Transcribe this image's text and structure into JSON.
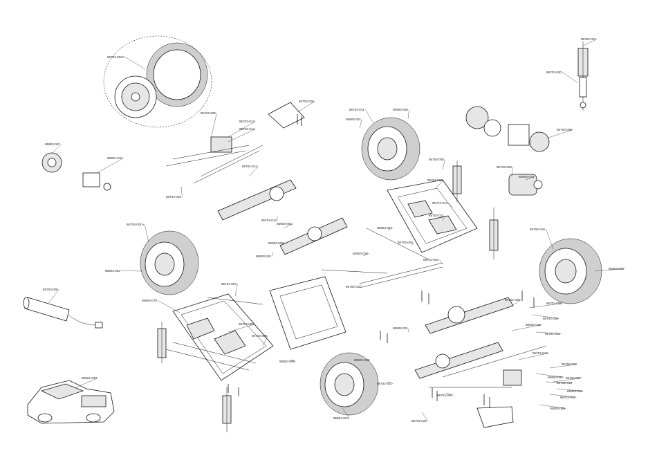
{
  "diagram": {
    "callouts": [
      {
        "id": "c01",
        "text": "85704-003A"
      },
      {
        "id": "c02",
        "text": "85702-030"
      },
      {
        "id": "c03",
        "text": "85702-001"
      },
      {
        "id": "c04",
        "text": "85704-011"
      },
      {
        "id": "c05",
        "text": "85903-005"
      },
      {
        "id": "c06",
        "text": "85702-008"
      },
      {
        "id": "c07",
        "text": "85702-013"
      },
      {
        "id": "c08",
        "text": "85702-014"
      },
      {
        "id": "c09",
        "text": "85704-006"
      },
      {
        "id": "c10",
        "text": "85903-057"
      },
      {
        "id": "c11",
        "text": "85902-010"
      },
      {
        "id": "c12",
        "text": "85704-013"
      },
      {
        "id": "c13",
        "text": "85704-015"
      },
      {
        "id": "c14",
        "text": "85704-003"
      },
      {
        "id": "c15",
        "text": "85704-001A"
      },
      {
        "id": "c16",
        "text": "85903-003"
      },
      {
        "id": "c17",
        "text": "85704-016"
      },
      {
        "id": "c18",
        "text": "85903-003"
      },
      {
        "id": "c19",
        "text": "85703-008"
      },
      {
        "id": "c20",
        "text": "85704-004"
      },
      {
        "id": "c21",
        "text": "85903-079"
      },
      {
        "id": "c22",
        "text": "85704-002"
      },
      {
        "id": "c23",
        "text": "85704-009"
      },
      {
        "id": "c24",
        "text": "85702-029"
      },
      {
        "id": "c25",
        "text": "85702-026"
      },
      {
        "id": "c26",
        "text": "85702-012"
      },
      {
        "id": "c27",
        "text": "85903-008"
      },
      {
        "id": "c28",
        "text": "85904-004"
      },
      {
        "id": "c29",
        "text": "85702-020"
      },
      {
        "id": "c30",
        "text": "85704-010"
      },
      {
        "id": "c31",
        "text": "85901-003"
      },
      {
        "id": "c32",
        "text": "85702-006"
      },
      {
        "id": "c33",
        "text": "85704-006"
      },
      {
        "id": "c34",
        "text": "85702-006"
      },
      {
        "id": "c35",
        "text": "85903-070"
      },
      {
        "id": "c36",
        "text": "85903-001"
      },
      {
        "id": "c37",
        "text": "85704-012"
      },
      {
        "id": "c38",
        "text": "85704-005"
      },
      {
        "id": "c39",
        "text": "85702-011"
      },
      {
        "id": "c40",
        "text": "85702-003"
      },
      {
        "id": "c41",
        "text": "85903-002"
      },
      {
        "id": "c42",
        "text": "85903-069"
      },
      {
        "id": "c43",
        "text": "85903-097"
      },
      {
        "id": "c44",
        "text": "85903-010"
      },
      {
        "id": "c45",
        "text": "85702-005"
      },
      {
        "id": "c46",
        "text": "85704-014"
      },
      {
        "id": "c47",
        "text": "85902-015"
      },
      {
        "id": "c48",
        "text": "85903-066"
      },
      {
        "id": "c49",
        "text": "85903-004"
      },
      {
        "id": "c50",
        "text": "85903-001"
      },
      {
        "id": "c51",
        "text": "85702-011"
      },
      {
        "id": "c52",
        "text": "85702-021"
      },
      {
        "id": "c53",
        "text": "85702-004"
      },
      {
        "id": "c54",
        "text": "85903-068"
      },
      {
        "id": "c55",
        "text": "85903-097"
      },
      {
        "id": "c56",
        "text": "85702-027"
      },
      {
        "id": "c57",
        "text": "85704-007"
      },
      {
        "id": "c58",
        "text": "85903-009"
      },
      {
        "id": "c59",
        "text": "85702-007"
      },
      {
        "id": "c60",
        "text": "85702-019"
      }
    ]
  }
}
